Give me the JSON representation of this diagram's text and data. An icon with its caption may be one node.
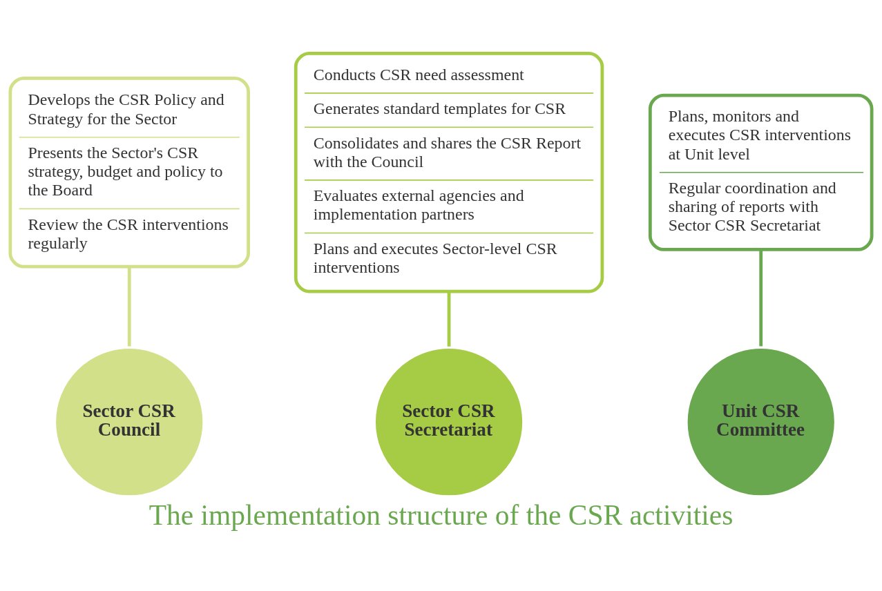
{
  "diagram": {
    "title": "The implementation structure of the CSR activities",
    "nodes": [
      {
        "text": [
          "Develops the CSR Policy and Strategy for the Sector",
          "Presents the Sector's CSR strategy, budget and policy to the Board",
          "Review the CSR interventions regularly"
        ]
      },
      {
        "text": [
          "Conducts CSR need assessment",
          "Generates standard templates for CSR",
          "Consolidates and shares the CSR Report with the Council",
          "Evaluates external agencies and implementation partners",
          "Plans and executes Sector-level CSR interventions"
        ]
      },
      {
        "text": [
          "Plans, monitors and executes CSR interventions at Unit level",
          "Regular coordination and sharing of reports with Sector CSR Secretariat"
        ]
      },
      {
        "text": [
          "Sector CSR Council"
        ]
      },
      {
        "text": [
          "Sector CSR Secretariat"
        ]
      },
      {
        "text": [
          "Unit CSR Committee"
        ]
      }
    ],
    "edges": [
      {
        "from": 0,
        "to": 3,
        "arrow": "none",
        "color": "#d3e08a"
      },
      {
        "from": 1,
        "to": 4,
        "arrow": "none",
        "color": "#a6cb45"
      },
      {
        "from": 2,
        "to": 5,
        "arrow": "none",
        "color": "#6aa84f"
      }
    ]
  }
}
